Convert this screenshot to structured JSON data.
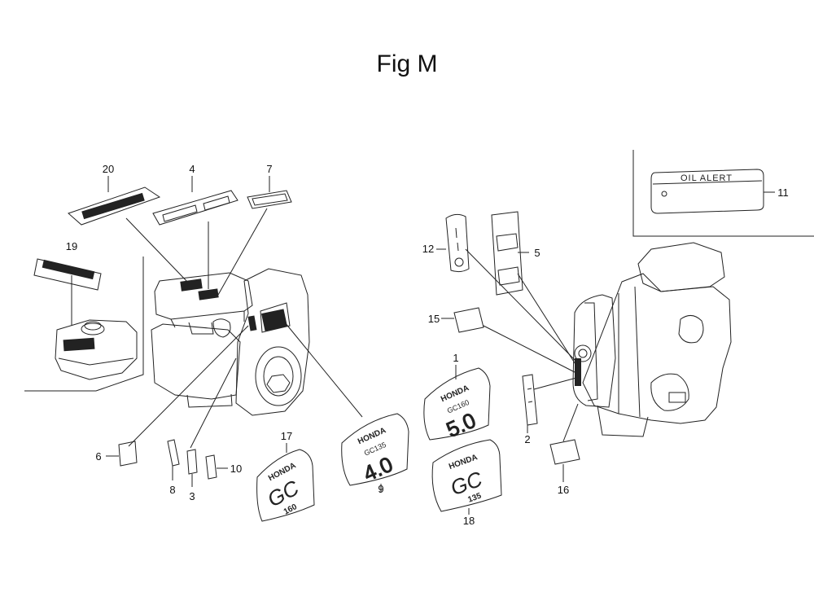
{
  "title": "Fig M",
  "oil_alert": "OIL ALERT",
  "decals": {
    "d1": [
      "HONDA",
      "GC160",
      "5.0"
    ],
    "d9": [
      "HONDA",
      "GC135",
      "4.0"
    ],
    "d17": [
      "HONDA",
      "GC",
      "160"
    ],
    "d18": [
      "HONDA",
      "GC",
      "135"
    ]
  },
  "callouts": [
    "1",
    "2",
    "3",
    "4",
    "5",
    "6",
    "7",
    "8",
    "9",
    "10",
    "11",
    "12",
    "15",
    "16",
    "17",
    "18",
    "19",
    "20"
  ]
}
